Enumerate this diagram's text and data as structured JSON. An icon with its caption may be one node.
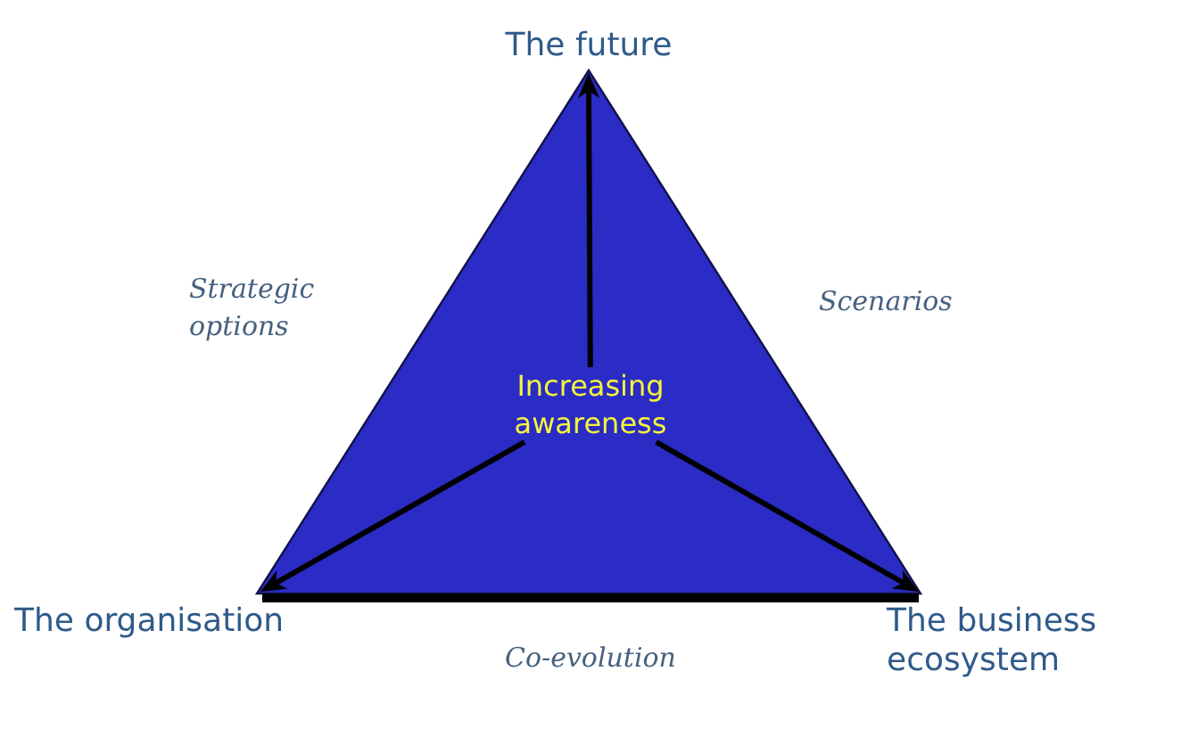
{
  "diagram": {
    "nodes": [
      {
        "text": [
          "The future"
        ]
      },
      {
        "text": [],
        "shape": "triangle"
      },
      {
        "text": [
          "Increasing awareness"
        ],
        "in": 1
      },
      {
        "text": [
          "The organisation"
        ]
      },
      {
        "text": [
          "The business ecosystem"
        ]
      }
    ],
    "edges": [
      {
        "from": 2,
        "to": 0,
        "arrow": "to"
      },
      {
        "from": 2,
        "to": 3,
        "arrow": "to"
      },
      {
        "from": 2,
        "to": 4,
        "arrow": "to"
      }
    ],
    "labels": [
      "Strategic options",
      "Scenarios",
      "Co-evolution"
    ]
  }
}
